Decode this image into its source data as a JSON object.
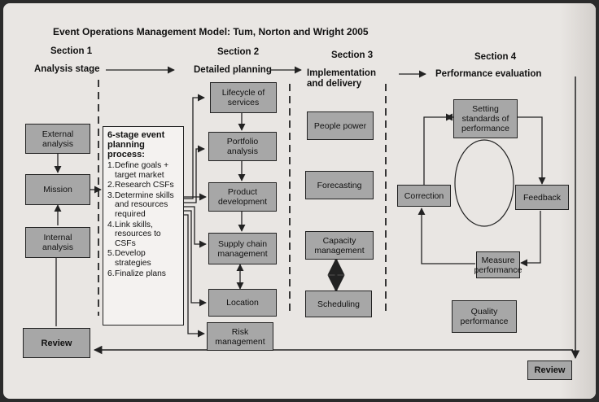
{
  "title": "Event Operations Management Model: Tum, Norton and Wright 2005",
  "sections": [
    {
      "label": "Section 1",
      "stage": "Analysis stage"
    },
    {
      "label": "Section 2",
      "stage": "Detailed planning"
    },
    {
      "label": "Section 3",
      "stage": "Implementation and delivery"
    },
    {
      "label": "Section 4",
      "stage": "Performance evaluation"
    }
  ],
  "section1": {
    "external": "External analysis",
    "mission": "Mission",
    "internal": "Internal analysis",
    "review": "Review"
  },
  "planning_process": {
    "title": "6-stage event planning process:",
    "steps": [
      {
        "num": "1.",
        "text": "Define goals + target market"
      },
      {
        "num": "2.",
        "text": "Research CSFs"
      },
      {
        "num": "3.",
        "text": "Determine skills and resources required"
      },
      {
        "num": "4.",
        "text": "Link skills, resources to CSFs"
      },
      {
        "num": "5.",
        "text": "Develop strategies"
      },
      {
        "num": "6.",
        "text": "Finalize plans"
      }
    ]
  },
  "section2": {
    "lifecycle": "Lifecycle of services",
    "portfolio": "Portfolio analysis",
    "product": "Product development",
    "supply": "Supply chain management",
    "location": "Location",
    "risk": "Risk management"
  },
  "section3": {
    "people": "People power",
    "forecasting": "Forecasting",
    "capacity": "Capacity management",
    "scheduling": "Scheduling"
  },
  "section4": {
    "standards": "Setting standards of performance",
    "correction": "Correction",
    "feedback": "Feedback",
    "measure": "Measure performance",
    "quality": "Quality performance",
    "review": "Review"
  }
}
